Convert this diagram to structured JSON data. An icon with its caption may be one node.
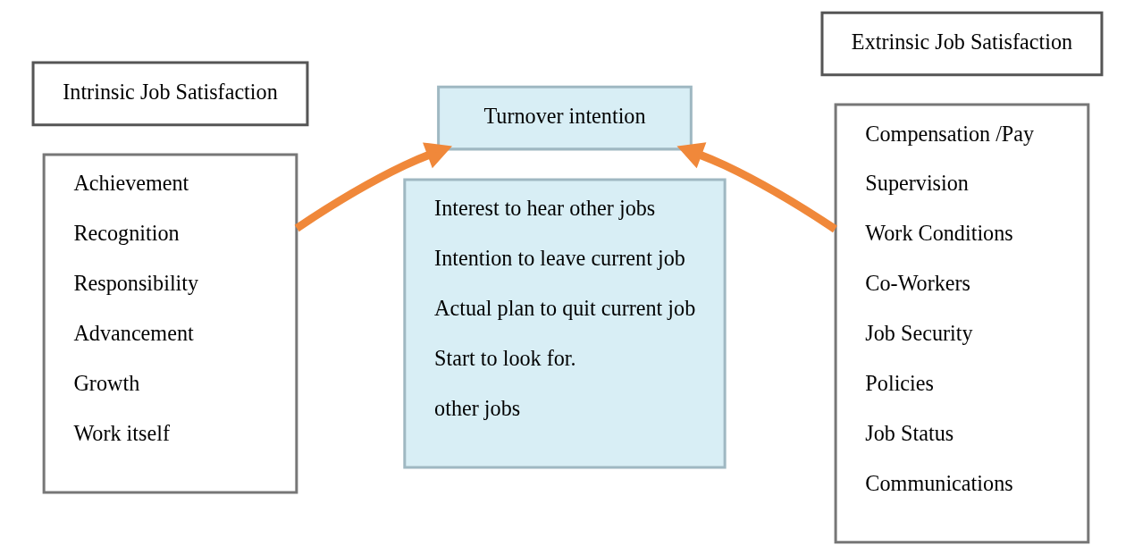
{
  "diagram": {
    "nodes": [
      {
        "text": [
          "Intrinsic Job Satisfaction"
        ]
      },
      {
        "text": [
          "Achievement",
          "Recognition",
          "Responsibility",
          "Advancement",
          "Growth",
          "Work itself"
        ]
      },
      {
        "text": [
          "Turnover intention"
        ]
      },
      {
        "text": [
          "Interest to hear other jobs",
          "Intention to leave current job",
          "Actual plan to quit current job",
          "Start to look for.",
          "other jobs"
        ]
      },
      {
        "text": [
          "Extrinsic Job Satisfaction"
        ]
      },
      {
        "text": [
          "Compensation /Pay",
          "Supervision",
          "Work Conditions",
          "Co-Workers",
          "Job Security",
          "Policies",
          "Job Status",
          "Communications"
        ]
      }
    ],
    "edges": [
      {
        "from": 1,
        "to": 2,
        "arrow": "to",
        "color": "#f0883a"
      },
      {
        "from": 5,
        "to": 2,
        "arrow": "to",
        "color": "#f0883a"
      }
    ]
  }
}
